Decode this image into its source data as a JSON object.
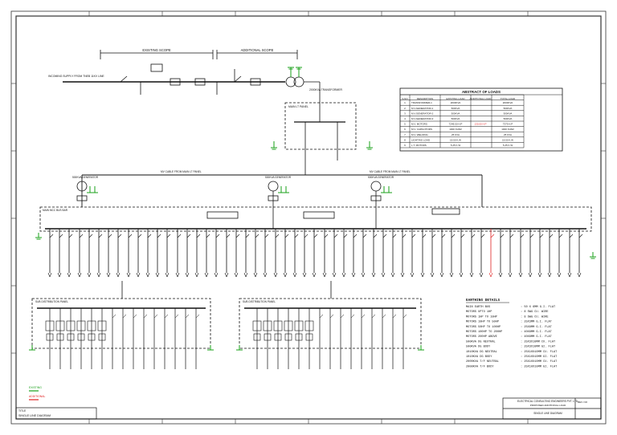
{
  "abstract": {
    "title": "ABSTRACT OF LOADS",
    "headers": [
      "S.NO",
      "DESCRIPTION",
      "EXISTING LOAD",
      "ADDITIONAL LOAD",
      "TOTAL LOAD"
    ],
    "rows": [
      [
        "1",
        "TRANSFORMER-1",
        "2000KVA",
        "",
        "2000KVA"
      ],
      [
        "2",
        "M.V.GENERATOR-1",
        "500KVA",
        "",
        "500KVA"
      ],
      [
        "3",
        "M.V.GENERATOR-2",
        "500KVA",
        "",
        "500KVA"
      ],
      [
        "4",
        "M.V.GENERATOR-3",
        "500KVA",
        "",
        "500KVA"
      ],
      [
        "5",
        "M.V. MOTORS",
        "7249.50 H.P",
        "130.00 H.P",
        "7379 H.P"
      ],
      [
        "6",
        "M.V. CAPACITORS",
        "1000 KVAR",
        "",
        "1000 KVAR"
      ],
      [
        "7",
        "M.V. WELDING",
        "25 KVA",
        "",
        "25 KVA"
      ],
      [
        "8",
        "LIGHTING LOAD",
        "19.50 K.W",
        "",
        "19.50 K.W"
      ],
      [
        "9",
        "L.T. MOTORS",
        "5.25 K.W",
        "",
        "5.25 K.W"
      ]
    ]
  },
  "earthing": {
    "title": "EARTHING DETAILS",
    "rows": [
      [
        "MAIN EARTH BUS",
        ": 50 X 6MM G.I. FLAT"
      ],
      [
        "MOTORS UPTO 1HP",
        ": 8 SWG CU. WIRE"
      ],
      [
        "MOTORS 1HP TO 10HP",
        ": 8 SWG CU. WIRE"
      ],
      [
        "MOTORS 10HP TO 50HP",
        ": 25X3MM G.I. FLAT"
      ],
      [
        "MOTORS 50HP TO 100HP",
        ": 25X6MM G.I. FLAT"
      ],
      [
        "MOTORS 100HP TO 200HP",
        ": 40X6MM G.I. FLAT"
      ],
      [
        "MOTORS 200HP ABOVE",
        ": 40X6MM G.I. FLAT"
      ],
      [
        "500KVA DG NEUTRAL",
        ": 25X3X10MM CU. FLAT"
      ],
      [
        "500KVA DG BODY",
        ": 25X3X10MM GI. FLAT"
      ],
      [
        "1010KVA DG NEUTRAL",
        ": 25X10X10MM CU. FLAT"
      ],
      [
        "1010KVA DG BODY",
        ": 25X10X10MM GI. FLAT"
      ],
      [
        "2000KVA T/F NEUTRAL",
        ": 25X10X10MM CU. FLAT"
      ],
      [
        "2000KVA T/F BODY",
        ": 25X10X10MM GI. FLAT"
      ]
    ]
  },
  "labels": {
    "dimension_left": "EXISTING SCOPE",
    "dimension_right": "ADDITIONAL SCOPE",
    "incoming": "INCOMING SUPPLY FROM TNEB 11KV LINE",
    "trafo": "2000KVA TRANSFORMER",
    "main_panel": "MAIN LT PANEL",
    "cable_left": "MV CABLE FROM MAIN LT PANEL",
    "cable_right": "MV CABLE FROM MAIN LT PANEL",
    "gen_1": "500KVA GENERATOR",
    "gen_2": "500KVA GENERATOR",
    "gen_3": "500KVA GENERATOR",
    "mcc_bus": "MAIN MCC BUS BAR",
    "sub_panel_1": "SUB DISTRIBUTION PANEL",
    "sub_panel_2": "SUB DISTRIBUTION PANEL",
    "legend_existing": "EXISTING",
    "legend_additional": "ADDITIONAL"
  },
  "title_block": {
    "company": "ELECTRICAL CONSULTING ENGINEERS PVT. LTD.",
    "project": "PROPOSED ADDITIONAL LOAD",
    "drawing": "SINGLE LINE DIAGRAM",
    "title_label": "TITLE",
    "title_value": "SINGLE LINE DIAGRAM",
    "rev": "REV. NO"
  },
  "colors": {
    "line": "#111111",
    "earth": "#1aa01a",
    "additional": "#e02020"
  }
}
